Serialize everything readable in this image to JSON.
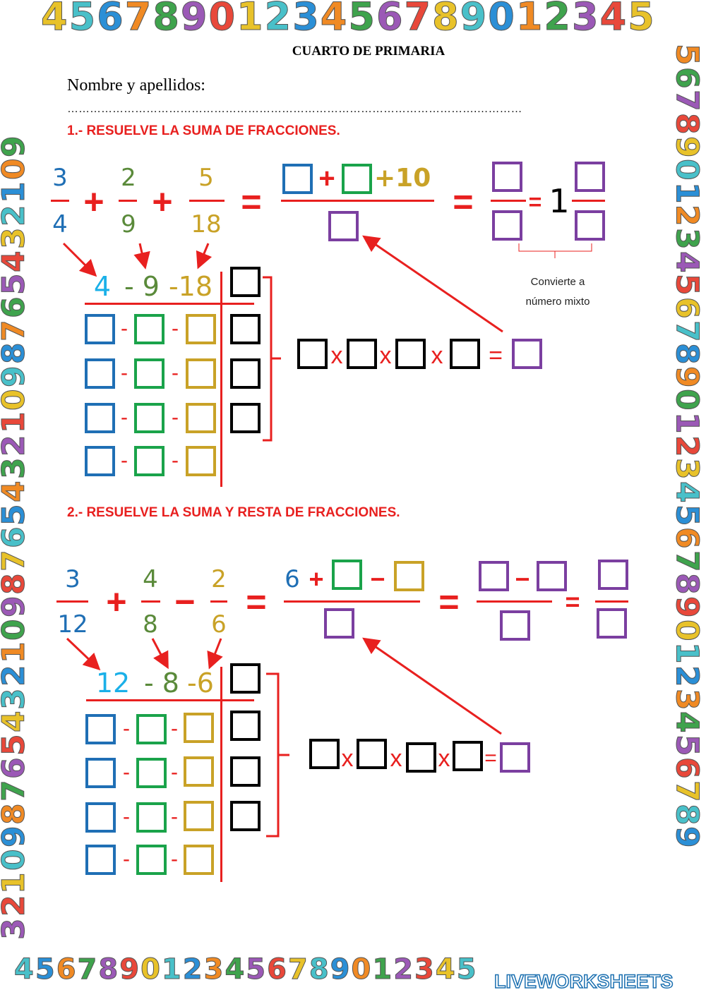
{
  "border": {
    "top": "4567890123456789012345",
    "bottom": "4567890123456789012345",
    "left": "32109876543210987654321098765432109",
    "right": "56789012345678901234567890123456789"
  },
  "colors": {
    "red": "#e8201f",
    "blue": "#1f6fb5",
    "cyan": "#1ab0e8",
    "green": "#1aa34a",
    "olive": "#5a8a3a",
    "gold": "#c9a227",
    "purple": "#7b3fa0",
    "black": "#000000"
  },
  "header": {
    "title": "CUARTO DE PRIMARIA",
    "name_label": "Nombre y apellidos:",
    "name_line": "……………………………………………………………………………………………….…………"
  },
  "ops": {
    "plus": "+",
    "eq": "=",
    "minus": "−",
    "dash": "-",
    "times": "x"
  },
  "section1": {
    "heading": "1.- RESUELVE LA SUMA DE FRACCIONES.",
    "fractions": [
      {
        "num": "3",
        "den": "4"
      },
      {
        "num": "2",
        "den": "9"
      },
      {
        "num": "5",
        "den": "18"
      }
    ],
    "constant": "+10",
    "whole": "1",
    "note_line1": "Convierte a",
    "note_line2": "número mixto",
    "division": {
      "a": "4",
      "b": "- 9",
      "c": "-18"
    }
  },
  "section2": {
    "heading": "2.- RESUELVE LA SUMA Y RESTA DE FRACCIONES.",
    "fractions": [
      {
        "num": "3",
        "den": "12"
      },
      {
        "num": "4",
        "den": "8"
      },
      {
        "num": "2",
        "den": "6"
      }
    ],
    "constant": "6",
    "division": {
      "a": "12",
      "b": "- 8",
      "c": "-6"
    }
  },
  "footer": {
    "brand": "LIVEWORKSHEETS"
  }
}
